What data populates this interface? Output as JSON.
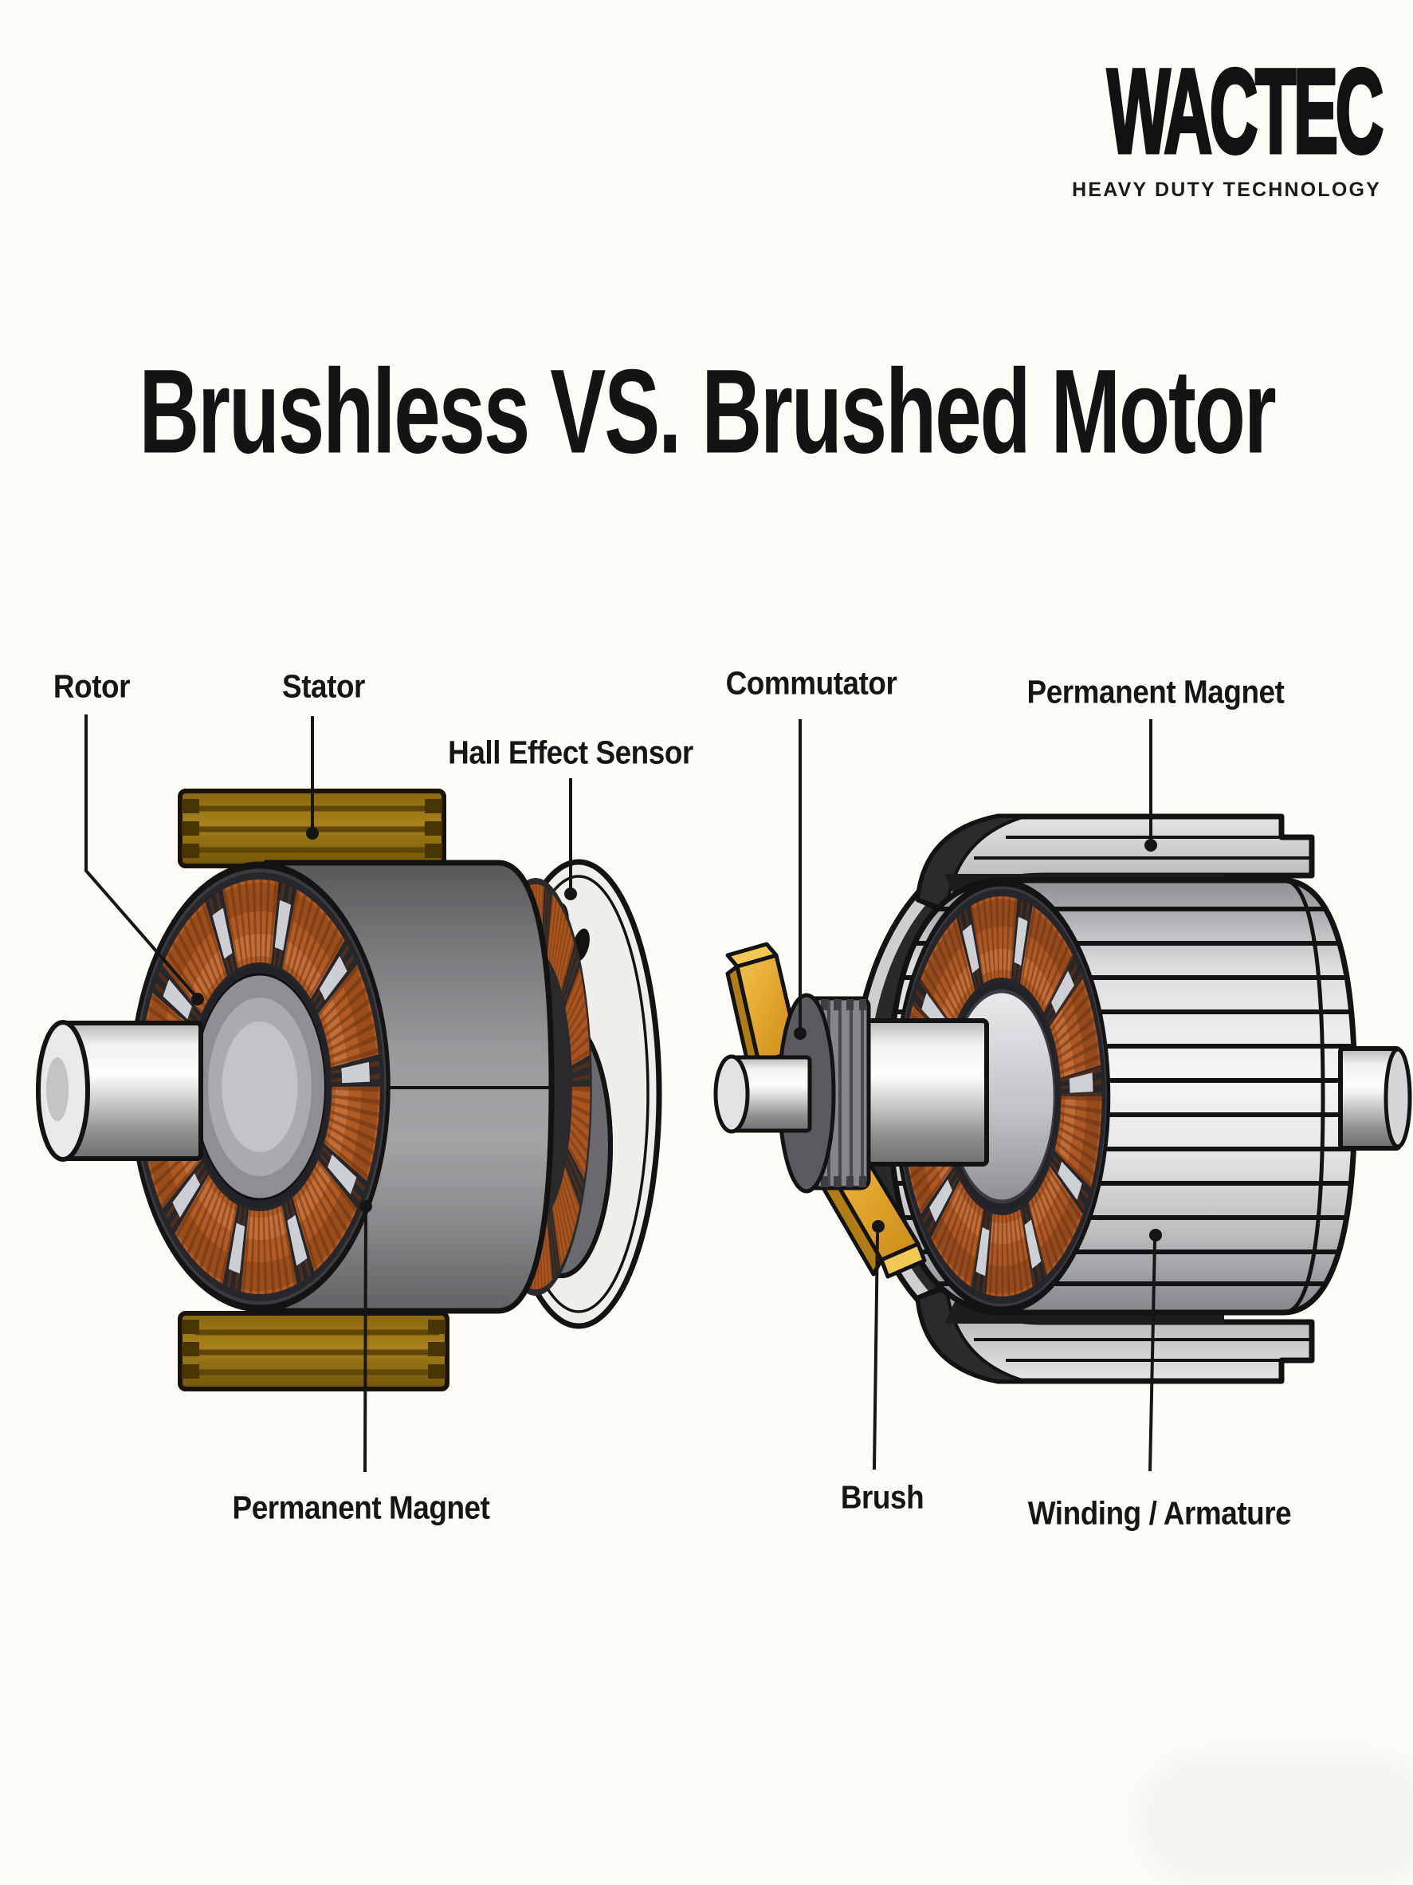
{
  "logo": {
    "brand": "WACTEC",
    "tagline": "HEAVY DUTY TECHNOLOGY"
  },
  "title": "Brushless VS. Brushed Motor",
  "left_motor": {
    "labels": {
      "rotor": "Rotor",
      "stator": "Stator",
      "hall_sensor": "Hall Effect Sensor",
      "permanent_magnet": "Permanent Magnet"
    }
  },
  "right_motor": {
    "labels": {
      "commutator": "Commutator",
      "permanent_magnet": "Permanent Magnet",
      "brush": "Brush",
      "winding_armature": "Winding / Armature"
    }
  },
  "colors": {
    "background": "#fdfcf7",
    "outline": "#141414",
    "copper": "#ad5724",
    "copper_dark": "#6f3410",
    "stator_bronze": "#9a7712",
    "brush_gold": "#e2a42c",
    "body_gray": "#8c8c8f",
    "metal_silver": "#d9dadc"
  }
}
